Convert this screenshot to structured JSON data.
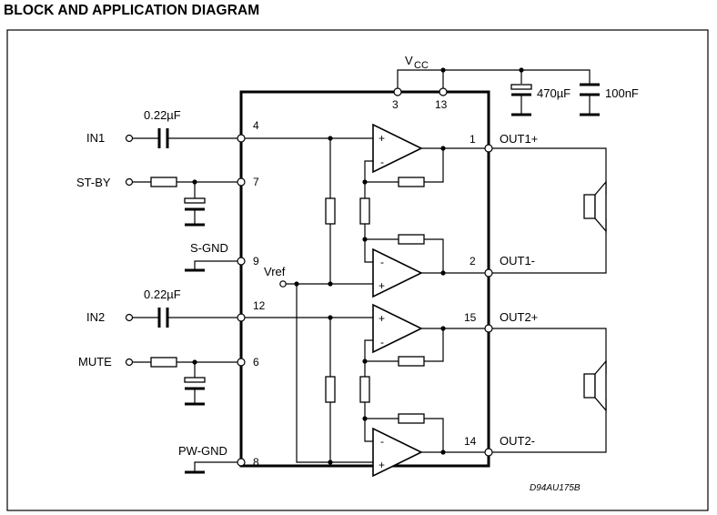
{
  "title": "BLOCK AND APPLICATION DIAGRAM",
  "supply": {
    "label_main": "V",
    "label_sub": "CC"
  },
  "pins": {
    "p3": "3",
    "p13": "13",
    "p4": "4",
    "p7": "7",
    "p9": "9",
    "p12": "12",
    "p6": "6",
    "p8": "8",
    "p1": "1",
    "p2": "2",
    "p15": "15",
    "p14": "14"
  },
  "inputs": {
    "in1": "IN1",
    "st_by": "ST-BY",
    "s_gnd": "S-GND",
    "vref": "Vref",
    "in2": "IN2",
    "mute": "MUTE",
    "pw_gnd": "PW-GND"
  },
  "outputs": {
    "out1p": "OUT1+",
    "out1m": "OUT1-",
    "out2p": "OUT2+",
    "out2m": "OUT2-"
  },
  "components": {
    "cap_in1": "0.22µF",
    "cap_in2": "0.22µF",
    "cap_bulk": "470µF",
    "cap_dec": "100nF"
  },
  "opamp_signs": {
    "plus": "+",
    "minus": "-"
  },
  "drawing_code": "D94AU175B"
}
